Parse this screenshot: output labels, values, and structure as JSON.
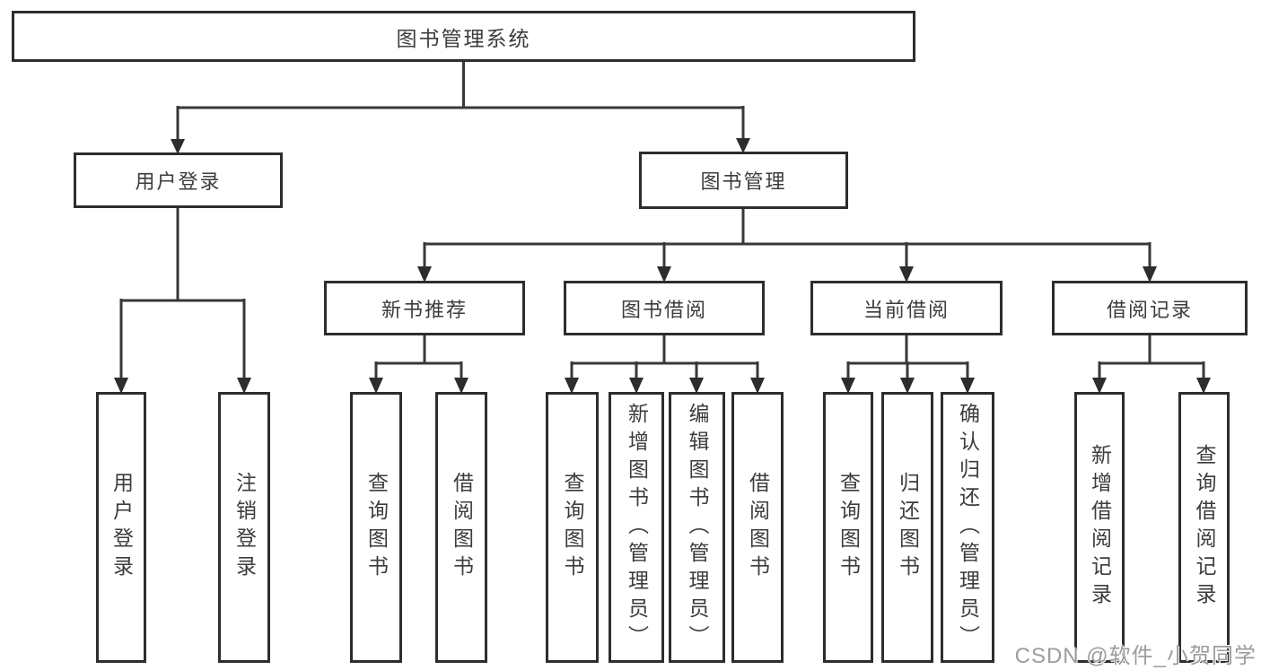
{
  "tree": {
    "root": {
      "label": "图书管理系统",
      "children": [
        {
          "label": "用户登录",
          "children": [
            {
              "label": "用户登录"
            },
            {
              "label": "注销登录"
            }
          ]
        },
        {
          "label": "图书管理",
          "children": [
            {
              "label": "新书推荐",
              "children": [
                {
                  "label": "查询图书"
                },
                {
                  "label": "借阅图书"
                }
              ]
            },
            {
              "label": "图书借阅",
              "children": [
                {
                  "label": "查询图书"
                },
                {
                  "label": "新增图书（管理员）"
                },
                {
                  "label": "编辑图书（管理员）"
                },
                {
                  "label": "借阅图书"
                }
              ]
            },
            {
              "label": "当前借阅",
              "children": [
                {
                  "label": "查询图书"
                },
                {
                  "label": "归还图书"
                },
                {
                  "label": "确认归还（管理员）"
                }
              ]
            },
            {
              "label": "借阅记录",
              "children": [
                {
                  "label": "新增借阅记录"
                },
                {
                  "label": "查询借阅记录"
                }
              ]
            }
          ]
        }
      ]
    }
  },
  "watermark": {
    "text": "CSDN @软件_小贺同学"
  },
  "colors": {
    "line": "#383838",
    "arrow": "#2d2d2d",
    "box_border": "#2d2d2d",
    "text": "#3c3c3c",
    "watermark": "#9c9c9c",
    "background": "#ffffff"
  }
}
